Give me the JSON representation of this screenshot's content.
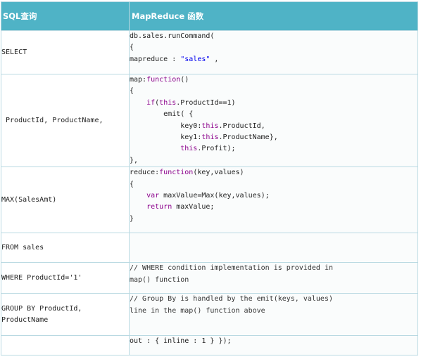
{
  "header": {
    "col_sql": "SQL查询",
    "col_mr": "MapReduce 函数"
  },
  "rows": [
    {
      "sql": "SELECT",
      "code": [
        [
          {
            "t": "db.sales.runCommand(",
            "c": "plain"
          }
        ],
        [
          {
            "t": "{",
            "c": "plain"
          }
        ],
        [
          {
            "t": "mapreduce : ",
            "c": "plain"
          },
          {
            "t": "\"sales\"",
            "c": "str"
          },
          {
            "t": " ,",
            "c": "plain"
          }
        ]
      ]
    },
    {
      "sql": " ProductId, ProductName,",
      "code": [
        [
          {
            "t": "map:",
            "c": "plain"
          },
          {
            "t": "function",
            "c": "kw"
          },
          {
            "t": "()",
            "c": "plain"
          }
        ],
        [
          {
            "t": "{",
            "c": "plain"
          }
        ],
        [
          {
            "t": "    ",
            "c": "plain"
          },
          {
            "t": "if",
            "c": "kw"
          },
          {
            "t": "(",
            "c": "plain"
          },
          {
            "t": "this",
            "c": "kw"
          },
          {
            "t": ".ProductId==1)",
            "c": "plain"
          }
        ],
        [
          {
            "t": "        emit( {",
            "c": "plain"
          }
        ],
        [
          {
            "t": "            key0:",
            "c": "plain"
          },
          {
            "t": "this",
            "c": "kw"
          },
          {
            "t": ".ProductId,",
            "c": "plain"
          }
        ],
        [
          {
            "t": "            key1:",
            "c": "plain"
          },
          {
            "t": "this",
            "c": "kw"
          },
          {
            "t": ".ProductName},",
            "c": "plain"
          }
        ],
        [
          {
            "t": "            ",
            "c": "plain"
          },
          {
            "t": "this",
            "c": "kw"
          },
          {
            "t": ".Profit);",
            "c": "plain"
          }
        ],
        [
          {
            "t": "},",
            "c": "plain"
          }
        ]
      ]
    },
    {
      "sql": "MAX(SalesAmt)",
      "code": [
        [
          {
            "t": "reduce:",
            "c": "plain"
          },
          {
            "t": "function",
            "c": "kw"
          },
          {
            "t": "(key,values)",
            "c": "plain"
          }
        ],
        [
          {
            "t": "{",
            "c": "plain"
          }
        ],
        [
          {
            "t": "    ",
            "c": "plain"
          },
          {
            "t": "var",
            "c": "kw"
          },
          {
            "t": " maxValue=Max(key,values);",
            "c": "plain"
          }
        ],
        [
          {
            "t": "    ",
            "c": "plain"
          },
          {
            "t": "return",
            "c": "kw"
          },
          {
            "t": " maxValue;",
            "c": "plain"
          }
        ],
        [
          {
            "t": "}",
            "c": "plain"
          }
        ]
      ]
    },
    {
      "sql": "FROM sales",
      "code": []
    },
    {
      "sql": "WHERE ProductId='1'",
      "code": [
        [
          {
            "t": "// WHERE condition implementation is provided in",
            "c": "cm"
          }
        ],
        [
          {
            "t": "map() function",
            "c": "cm"
          }
        ]
      ]
    },
    {
      "sql": "GROUP BY ProductId,\nProductName",
      "code": [
        [
          {
            "t": "// Group By is handled by the emit(keys, values)",
            "c": "cm"
          }
        ],
        [
          {
            "t": "line in the map() function above",
            "c": "cm"
          }
        ]
      ]
    },
    {
      "sql": "",
      "code": [
        [
          {
            "t": "out : { inline : 1 } });",
            "c": "plain"
          }
        ]
      ]
    }
  ]
}
